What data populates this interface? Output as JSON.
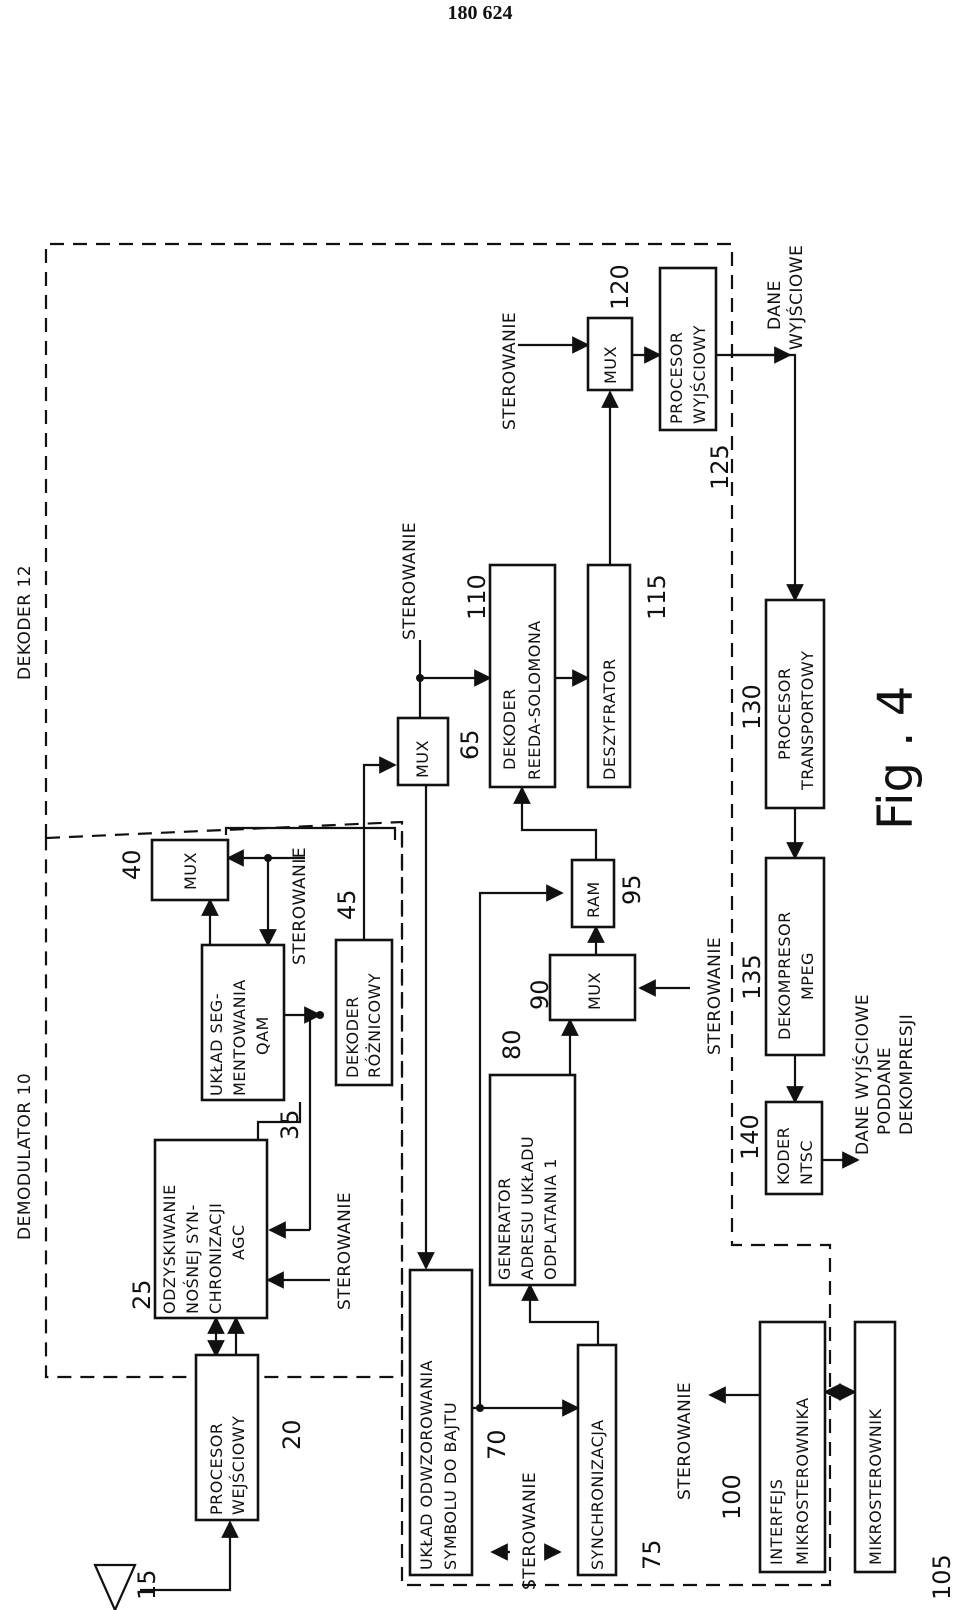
{
  "page_number": "180 624",
  "figure_label": "Fig . 4",
  "groups": {
    "demodulator": "DEMODULATOR  10",
    "decoder": "DEKODER  12"
  },
  "blocks": {
    "input_processor": [
      "PROCESOR",
      "WEJŚCIOWY"
    ],
    "carrier_recovery": [
      "ODZYSKIWANIE",
      "NOŚNEJ SYN-",
      "CHRONIZACJI",
      "AGC"
    ],
    "qam_segmentation": [
      "UKŁAD SEG-",
      "MENTOWANIA",
      "QAM"
    ],
    "mux_40": "MUX",
    "diff_decoder": [
      "DEKODER",
      "RÓŻNICOWY"
    ],
    "mux_65": "MUX",
    "symbol_mapper": [
      "UKŁAD ODWZOROWANIA",
      "SYMBOLU DO BAJTU"
    ],
    "sync": "SYNCHRONIZACJA",
    "address_gen": [
      "GENERATOR",
      "ADRESU UKŁADU",
      "ODPLATANIA 1"
    ],
    "mux_90": "MUX",
    "ram": "RAM",
    "rs_decoder": [
      "DEKODER",
      "REEDA-SOLOMONA"
    ],
    "descrambler": "DESZYFRATOR",
    "mux_120": "MUX",
    "output_processor": [
      "PROCESOR",
      "WYJŚCIOWY"
    ],
    "transport_processor": [
      "PROCESOR",
      "TRANSPORTOWY"
    ],
    "mpeg_decompressor": [
      "DEKOMPRESOR",
      "MPEG"
    ],
    "ntsc_encoder": [
      "KODER",
      "NTSC"
    ],
    "micro_interface": [
      "INTERFEJS",
      "MIKROSTEROWNIKA"
    ],
    "microcontroller": "MIKROSTEROWNIK"
  },
  "labels": {
    "control": "STEROWANIE",
    "output_data": [
      "DANE",
      "WYJŚCIOWE"
    ],
    "decompressed_output": [
      "DANE WYJŚCIOWE",
      "PODDANE",
      "DEKOMPRESJI"
    ]
  },
  "refs": {
    "antenna": "15",
    "input_processor": "20",
    "carrier_recovery": "25",
    "qam_segmentation": "35",
    "mux_40": "40",
    "diff_decoder": "45",
    "mux_65": "65",
    "symbol_mapper": "70",
    "sync": "75",
    "address_gen": "80",
    "mux_90": "90",
    "ram": "95",
    "micro_interface": "100",
    "microcontroller": "105",
    "rs_decoder": "110",
    "descrambler": "115",
    "mux_120": "120",
    "output_processor": "125",
    "transport_processor": "130",
    "mpeg_decompressor": "135",
    "ntsc_encoder": "140"
  }
}
